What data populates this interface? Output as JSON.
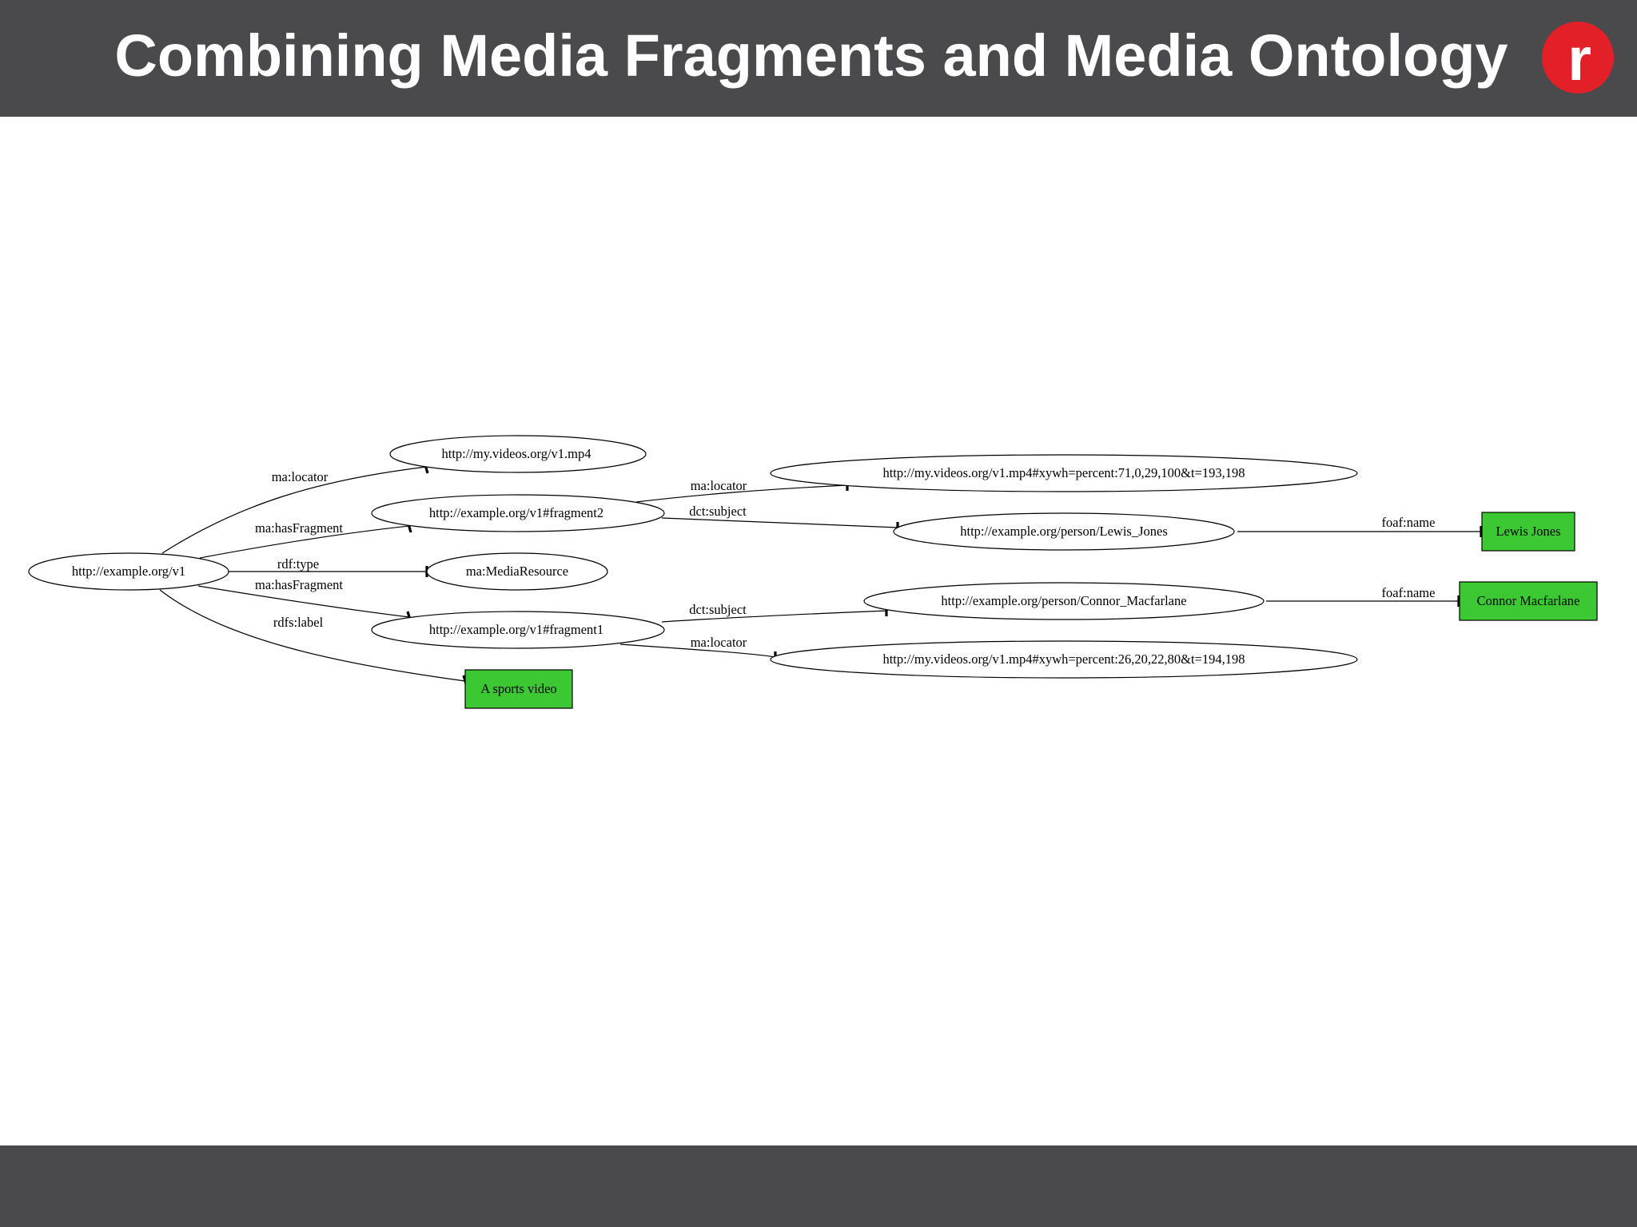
{
  "slide": {
    "title": "Combining Media Fragments and Media Ontology",
    "logo_letter": "r"
  },
  "colors": {
    "header_background": "#4a4a4c",
    "footer_background": "#4a4a4c",
    "title_text": "#ffffff",
    "logo_red": "#e32027",
    "literal_node_fill": "#3cc832"
  },
  "diagram": {
    "nodes": {
      "v1": "http://example.org/v1",
      "v1_mp4": "http://my.videos.org/v1.mp4",
      "fragment2": "http://example.org/v1#fragment2",
      "media_resource": "ma:MediaResource",
      "fragment1": "http://example.org/v1#fragment1",
      "sports_video": "A sports video",
      "frag2_locator": "http://my.videos.org/v1.mp4#xywh=percent:71,0,29,100&t=193,198",
      "lewis_jones_uri": "http://example.org/person/Lewis_Jones",
      "connor_uri": "http://example.org/person/Connor_Macfarlane",
      "frag1_locator": "http://my.videos.org/v1.mp4#xywh=percent:26,20,22,80&t=194,198",
      "lewis_jones_name": "Lewis Jones",
      "connor_name": "Connor Macfarlane"
    },
    "edges": {
      "v1_locator": "ma:locator",
      "v1_has_fragment2": "ma:hasFragment",
      "v1_type": "rdf:type",
      "v1_has_fragment1": "ma:hasFragment",
      "v1_label": "rdfs:label",
      "frag2_locator": "ma:locator",
      "frag2_subject": "dct:subject",
      "frag1_subject": "dct:subject",
      "frag1_locator": "ma:locator",
      "lewis_name": "foaf:name",
      "connor_name": "foaf:name"
    }
  }
}
